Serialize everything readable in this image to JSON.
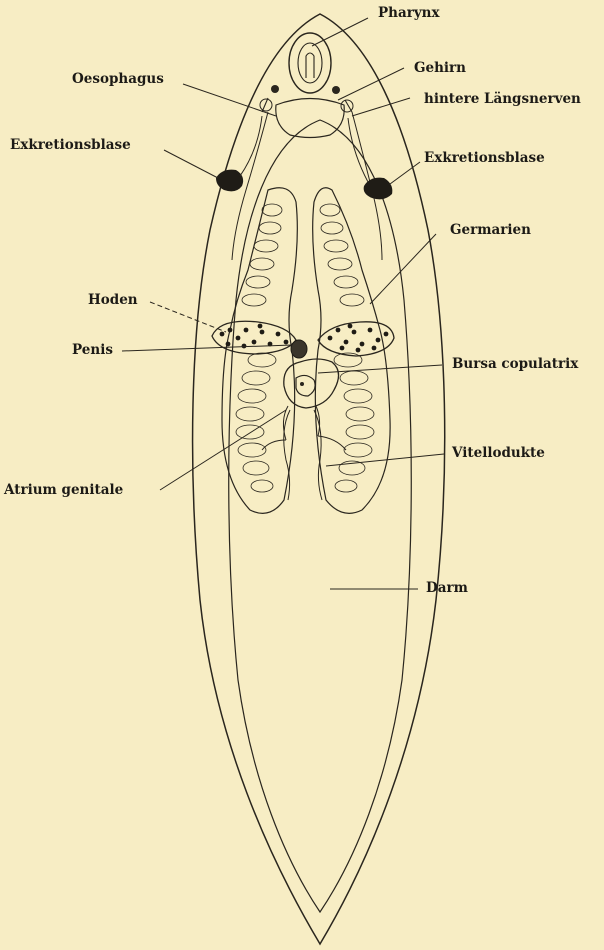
{
  "diagram": {
    "labels": {
      "pharynx": "Pharynx",
      "oesophagus": "Oesophagus",
      "gehirn": "Gehirn",
      "laengsnerven": "hintere Längsnerven",
      "exkretionsblase_left": "Exkretionsblase",
      "exkretionsblase_right": "Exkretionsblase",
      "germarien": "Germarien",
      "hoden": "Hoden",
      "penis": "Penis",
      "bursa": "Bursa copulatrix",
      "vitellodukte": "Vitellodukte",
      "atrium": "Atrium genitale",
      "darm": "Darm"
    },
    "colors": {
      "paper": "#f7edc4",
      "ink": "#2a261e"
    }
  }
}
